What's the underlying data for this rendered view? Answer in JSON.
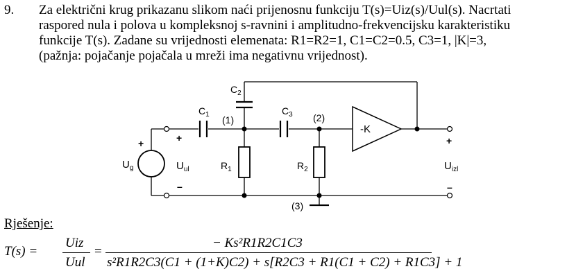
{
  "problem": {
    "number": "9.",
    "lines": [
      "Za električni krug prikazanu slikom naći prijenosnu funkciju T(s)=Uiz(s)/Uul(s). Nacrtati",
      "raspored nula i polova u kompleksnoj s-ravnini i amplitudno-frekvencijsku karakteristiku",
      "funkcije T(s). Zadane su vrijednosti elemenata: R1=R2=1, C1=C2=0.5, C3=1, |K|=3,",
      "(pažnja: pojačanje pojačala u mreži ima negativnu vrijednost)."
    ]
  },
  "circuit": {
    "labels": {
      "c1": "C1",
      "c2": "C2",
      "c3": "C3",
      "r1": "R1",
      "r2": "R2",
      "node1": "(1)",
      "node2": "(2)",
      "node3": "(3)",
      "gain": "-K",
      "source": "Ug",
      "input_v": "Uul",
      "output_v": "Uizl",
      "plus": "+",
      "minus": "–"
    }
  },
  "solution": {
    "heading": "Rješenje:",
    "lhs_T": "T(s) =",
    "lhs_num": "Uiz",
    "lhs_den": "Uul",
    "eq": "=",
    "rhs_num": "− Ks²R1R2C1C3",
    "rhs_den": "s²R1R2C3(C1 + (1+K)C2) + s[R2C3 + R1(C1 + C2) + R1C3] + 1"
  }
}
